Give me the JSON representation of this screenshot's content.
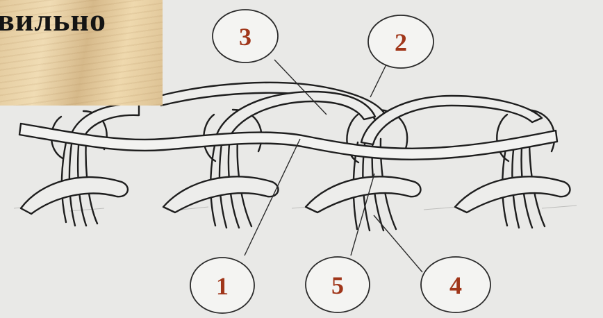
{
  "banner": {
    "text": "вильно"
  },
  "callouts": [
    {
      "label": "3"
    },
    {
      "label": "2"
    },
    {
      "label": "1"
    },
    {
      "label": "5"
    },
    {
      "label": "4"
    }
  ],
  "colors": {
    "number": "#a0361a",
    "strand": "#1e1e1e",
    "background": "#e9e9e7",
    "banner": "#e6cfa3"
  }
}
